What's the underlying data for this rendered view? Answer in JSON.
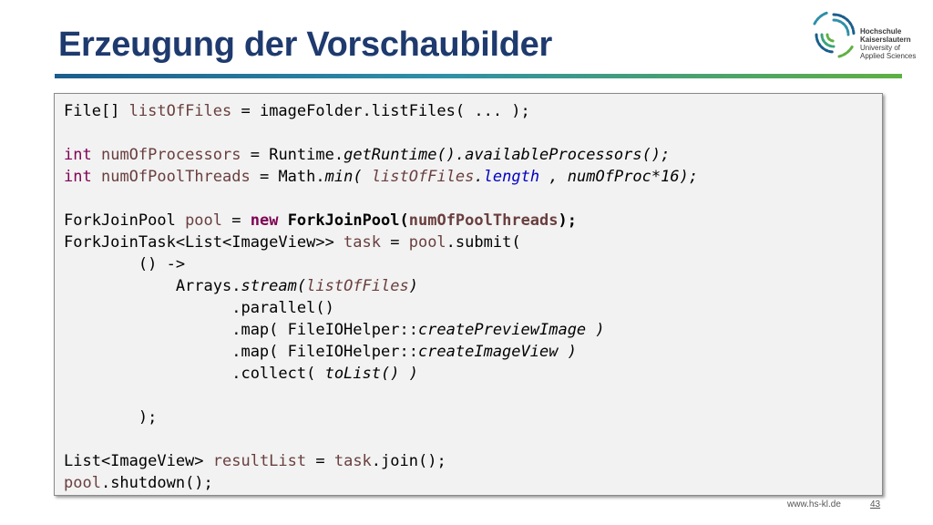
{
  "slide": {
    "title": "Erzeugung der Vorschaubilder",
    "logo": {
      "name_line1": "Hochschule",
      "name_line2": "Kaiserslautern",
      "sub_line1": "University of",
      "sub_line2": "Applied Sciences"
    },
    "footer": {
      "url": "www.hs-kl.de",
      "page": "43"
    }
  },
  "code": {
    "lines": [
      [
        {
          "t": "File[] "
        },
        {
          "t": "listOfFiles",
          "s": "var"
        },
        {
          "t": " = imageFolder.listFiles( ... );"
        }
      ],
      [],
      [
        {
          "t": "int",
          "s": "kw"
        },
        {
          "t": " "
        },
        {
          "t": "numOfProcessors",
          "s": "var"
        },
        {
          "t": " = Runtime."
        },
        {
          "t": "getRuntime().availableProcessors();",
          "s": "it"
        }
      ],
      [
        {
          "t": "int",
          "s": "kw"
        },
        {
          "t": " "
        },
        {
          "t": "numOfPoolThreads",
          "s": "var"
        },
        {
          "t": " = Math."
        },
        {
          "t": "min( ",
          "s": "it"
        },
        {
          "t": "listOfFiles",
          "s": "var it"
        },
        {
          "t": ".",
          "s": "it"
        },
        {
          "t": "length",
          "s": "field it"
        },
        {
          "t": " , numOfProc*16);",
          "s": "it"
        }
      ],
      [],
      [
        {
          "t": "ForkJoinPool "
        },
        {
          "t": "pool",
          "s": "var"
        },
        {
          "t": " = "
        },
        {
          "t": "new",
          "s": "kw b"
        },
        {
          "t": " ForkJoinPool(",
          "s": "b"
        },
        {
          "t": "numOfPoolThreads",
          "s": "var b"
        },
        {
          "t": ");",
          "s": "b"
        }
      ],
      [
        {
          "t": "ForkJoinTask<List<ImageView>> "
        },
        {
          "t": "task",
          "s": "var"
        },
        {
          "t": " = "
        },
        {
          "t": "pool",
          "s": "var"
        },
        {
          "t": ".submit("
        }
      ],
      [
        {
          "t": "        () ->"
        }
      ],
      [
        {
          "t": "            Arrays."
        },
        {
          "t": "stream(",
          "s": "it"
        },
        {
          "t": "listOfFiles",
          "s": "var it"
        },
        {
          "t": ")",
          "s": "it"
        }
      ],
      [
        {
          "t": "                  .parallel()"
        }
      ],
      [
        {
          "t": "                  .map( FileIOHelper::"
        },
        {
          "t": "createPreviewImage )",
          "s": "it"
        }
      ],
      [
        {
          "t": "                  .map( FileIOHelper::"
        },
        {
          "t": "createImageView )",
          "s": "it"
        }
      ],
      [
        {
          "t": "                  .collect( "
        },
        {
          "t": "toList() )",
          "s": "it"
        }
      ],
      [],
      [
        {
          "t": "        );"
        }
      ],
      [],
      [
        {
          "t": "List<ImageView> "
        },
        {
          "t": "resultList",
          "s": "var"
        },
        {
          "t": " = "
        },
        {
          "t": "task",
          "s": "var"
        },
        {
          "t": ".join();"
        }
      ],
      [
        {
          "t": "pool",
          "s": "var"
        },
        {
          "t": ".shutdown();"
        }
      ]
    ]
  }
}
